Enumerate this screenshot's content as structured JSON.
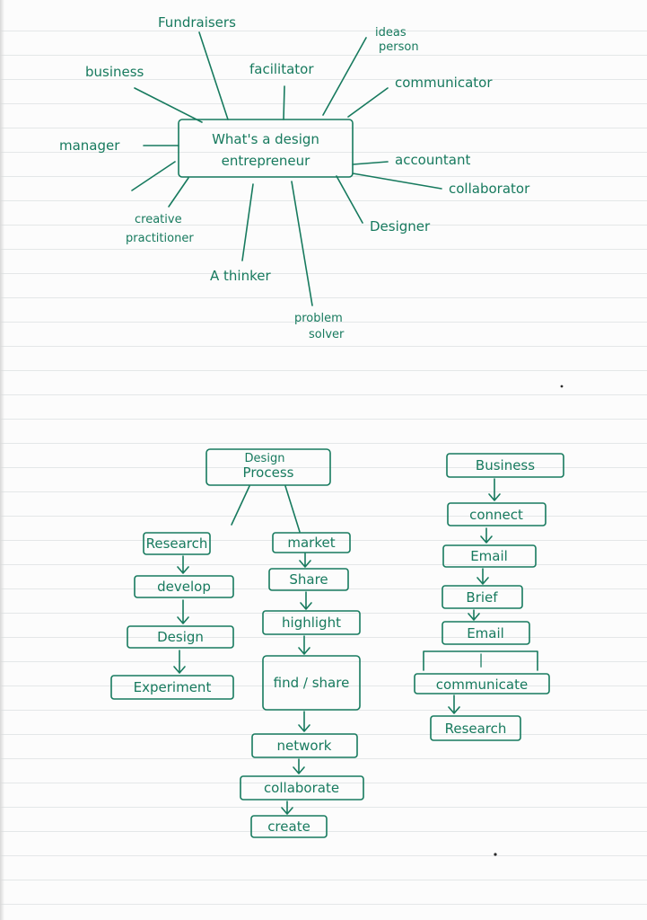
{
  "mindmap": {
    "center": "What's a design entrepreneur",
    "center_lines": [
      "What's a design",
      "entrepreneur"
    ],
    "spokes": {
      "fundraisers": "Fundraisers",
      "business": "business",
      "facilitator": "facilitator",
      "ideas_person": [
        "ideas",
        "person"
      ],
      "communicator": "communicator",
      "manager": "manager",
      "accountant": "accountant",
      "collaborator": "collaborator",
      "creative_practitioner": [
        "creative",
        "practitioner"
      ],
      "designer": "Designer",
      "a_thinker": "A thinker",
      "problem_solver": [
        "problem",
        "solver"
      ]
    }
  },
  "process": {
    "root": [
      "Design",
      "Process"
    ],
    "left_branch": [
      "Research",
      "develop",
      "Design",
      "Experiment"
    ],
    "right_branch": [
      "market",
      "Share",
      "highlight",
      "find / share",
      "network",
      "collaborate",
      "create"
    ]
  },
  "business_flow": {
    "steps": [
      "Business",
      "connect",
      "Email",
      "Brief",
      "Email",
      "",
      "communicate",
      "Research"
    ],
    "bracket_mark": "|"
  },
  "colors": {
    "ink": "#177a5e",
    "paper": "#fcfcfc",
    "rule_line": "#e4e7e8"
  }
}
